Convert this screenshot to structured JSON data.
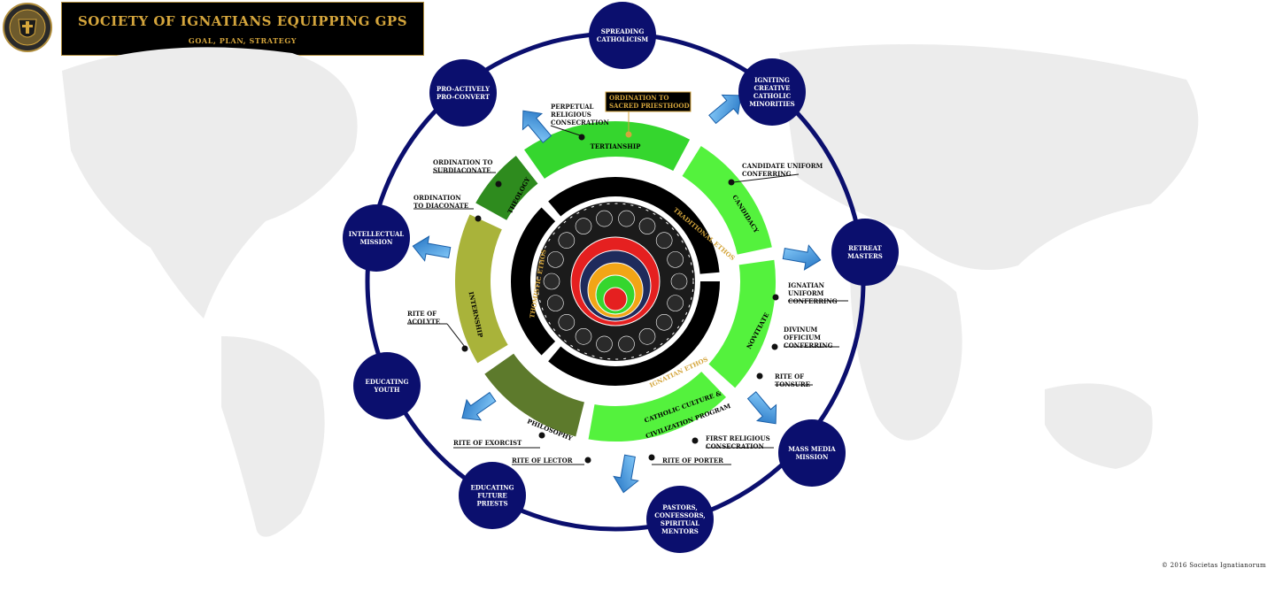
{
  "header": {
    "title": "Society of Ignatians Equipping GPS",
    "subtitle": "Goal, Plan, Strategy"
  },
  "copyright": "© 2016 Societas Ignatianorum",
  "missions": [
    {
      "lines": [
        "SPREADING",
        "CATHOLICISM"
      ]
    },
    {
      "lines": [
        "IGNITING",
        "CREATIVE",
        "CATHOLIC",
        "MINORITIES"
      ]
    },
    {
      "lines": [
        "RETREAT",
        "MASTERS"
      ]
    },
    {
      "lines": [
        "MASS MEDIA",
        "MISSION"
      ]
    },
    {
      "lines": [
        "PASTORS,",
        "CONFESSORS,",
        "SPIRITUAL",
        "MENTORS"
      ]
    },
    {
      "lines": [
        "EDUCATING",
        "FUTURE",
        "PRIESTS"
      ]
    },
    {
      "lines": [
        "EDUCATING",
        "YOUTH"
      ]
    },
    {
      "lines": [
        "INTELLECTUAL",
        "MISSION"
      ]
    },
    {
      "lines": [
        "PRO-ACTIVELY",
        "PRO-CONVERT"
      ]
    }
  ],
  "stages": [
    "TERTIANSHIP",
    "CANDIDACY",
    "NOVITIATE",
    "CATHOLIC CULTURE &",
    "CIVILIZATION PROGRAM",
    "PHILOSOPHY",
    "INTERNSHIP",
    "THEOLOGY"
  ],
  "callouts": {
    "perpetual": [
      "PERPETUAL",
      "RELIGIOUS",
      "CONSECRATION"
    ],
    "priesthood": [
      "ORDINATION TO",
      "SACRED PRIESTHOOD"
    ],
    "candidate": [
      "CANDIDATE UNIFORM",
      "CONFERRING"
    ],
    "ignatian_uniform": [
      "IGNATIAN",
      "UNIFORM",
      "CONFERRING"
    ],
    "divinum": [
      "DIVINUM",
      "OFFICIUM",
      "CONFERRING"
    ],
    "tonsure": [
      "RITE OF",
      "TONSURE"
    ],
    "first_consecration": [
      "FIRST RELIGIOUS",
      "CONSECRATION"
    ],
    "porter": [
      "RITE OF PORTER"
    ],
    "lector": [
      "RITE OF LECTOR"
    ],
    "exorcist": [
      "RITE OF EXORCIST"
    ],
    "acolyte": [
      "RITE OF",
      "ACOLYTE"
    ],
    "diaconate": [
      "ORDINATION",
      "TO DIACONATE"
    ],
    "subdiaconate": [
      "ORDINATION TO",
      "SUBDIACONATE"
    ]
  },
  "ethos": {
    "traditional": "TRADITIONAL ETHOS",
    "thomistic": "THOMISTIC ETHOS",
    "ignatian": "IGNATIAN ETHOS"
  },
  "colors": {
    "navy": "#0b0f6e",
    "gold": "#d4a53c",
    "green_dark": "#2e8b1e",
    "green_bright": "#35d62e",
    "green_lime": "#54f23d",
    "olive": "#a9b33a",
    "olive_dark": "#5d7a2c",
    "arrow": "#2f8fd6"
  }
}
